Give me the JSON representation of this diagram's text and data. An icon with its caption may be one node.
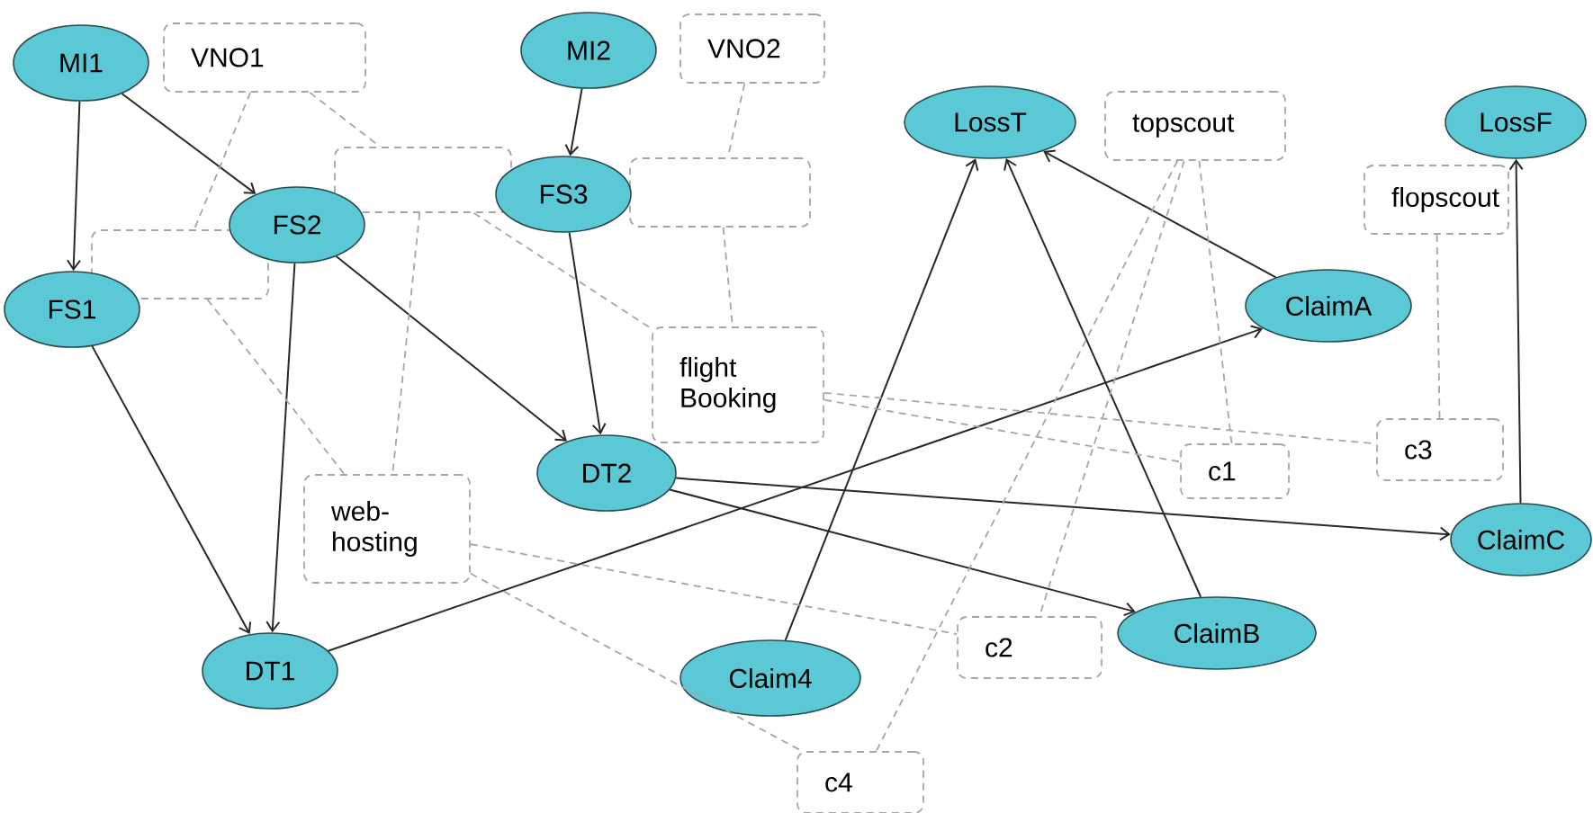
{
  "diagram": {
    "nodes": [
      {
        "text": [
          "MI1"
        ]
      },
      {
        "text": [
          "VNO1"
        ]
      },
      {
        "text": [
          "MI2"
        ]
      },
      {
        "text": [
          "VNO2"
        ]
      },
      {
        "text": [
          "LossT"
        ]
      },
      {
        "text": [
          "topscout"
        ]
      },
      {
        "text": [
          "LossF"
        ]
      },
      {
        "text": [],
        "shape": "box"
      },
      {
        "text": [
          "FS2"
        ]
      },
      {
        "text": [
          "FS3"
        ]
      },
      {
        "text": [],
        "shape": "box"
      },
      {
        "text": [
          "flopscout"
        ]
      },
      {
        "text": [],
        "shape": "box"
      },
      {
        "text": [
          "FS1"
        ]
      },
      {
        "text": [
          "ClaimA"
        ]
      },
      {
        "text": [
          "flight Booking"
        ]
      },
      {
        "text": [
          "c1"
        ]
      },
      {
        "text": [
          "c3"
        ]
      },
      {
        "text": [
          "DT2"
        ]
      },
      {
        "text": [
          "ClaimC"
        ]
      },
      {
        "text": [
          "web-hosting"
        ]
      },
      {
        "text": [
          "DT1"
        ]
      },
      {
        "text": [
          "Claim4"
        ]
      },
      {
        "text": [
          "c2"
        ]
      },
      {
        "text": [
          "ClaimB"
        ]
      },
      {
        "text": [
          "c4"
        ]
      }
    ],
    "edges": [
      {
        "from": 0,
        "to": 13,
        "arrow": "to",
        "color": "#282828"
      },
      {
        "from": 0,
        "to": 8,
        "arrow": "to",
        "color": "#282828"
      },
      {
        "from": 2,
        "to": 9,
        "arrow": "to",
        "color": "#282828"
      },
      {
        "from": 13,
        "to": 21,
        "arrow": "to",
        "color": "#282828"
      },
      {
        "from": 8,
        "to": 21,
        "arrow": "to",
        "color": "#282828"
      },
      {
        "from": 8,
        "to": 18,
        "arrow": "to",
        "color": "#282828"
      },
      {
        "from": 9,
        "to": 18,
        "arrow": "to",
        "color": "#282828"
      },
      {
        "from": 21,
        "to": 14,
        "arrow": "to",
        "color": "#282828"
      },
      {
        "from": 18,
        "to": 19,
        "arrow": "to",
        "color": "#282828"
      },
      {
        "from": 18,
        "to": 24,
        "arrow": "to",
        "color": "#282828"
      },
      {
        "from": 22,
        "to": 4,
        "arrow": "to",
        "color": "#282828"
      },
      {
        "from": 24,
        "to": 4,
        "arrow": "to",
        "color": "#282828"
      },
      {
        "from": 14,
        "to": 4,
        "arrow": "to",
        "color": "#282828"
      },
      {
        "from": 19,
        "to": 6,
        "arrow": "to",
        "color": "#282828"
      },
      {
        "from": 1,
        "to": 12,
        "arrow": "none",
        "style": "dashed",
        "color": "#a6a6a6"
      },
      {
        "from": 1,
        "to": 7,
        "arrow": "none",
        "style": "dashed",
        "color": "#a6a6a6"
      },
      {
        "from": 3,
        "to": 10,
        "arrow": "none",
        "style": "dashed",
        "color": "#a6a6a6"
      },
      {
        "from": 12,
        "to": 20,
        "arrow": "none",
        "style": "dashed",
        "color": "#a6a6a6"
      },
      {
        "from": 7,
        "to": 20,
        "arrow": "none",
        "style": "dashed",
        "color": "#a6a6a6"
      },
      {
        "from": 7,
        "to": 15,
        "arrow": "none",
        "style": "dashed",
        "color": "#a6a6a6"
      },
      {
        "from": 10,
        "to": 15,
        "arrow": "none",
        "style": "dashed",
        "color": "#a6a6a6"
      },
      {
        "from": 15,
        "to": 16,
        "arrow": "none",
        "style": "dashed",
        "color": "#a6a6a6"
      },
      {
        "from": 15,
        "to": 17,
        "arrow": "none",
        "style": "dashed",
        "color": "#a6a6a6"
      },
      {
        "from": 5,
        "to": 16,
        "arrow": "none",
        "style": "dashed",
        "color": "#a6a6a6"
      },
      {
        "from": 5,
        "to": 23,
        "arrow": "none",
        "style": "dashed",
        "color": "#a6a6a6"
      },
      {
        "from": 5,
        "to": 25,
        "arrow": "none",
        "style": "dashed",
        "color": "#a6a6a6"
      },
      {
        "from": 11,
        "to": 17,
        "arrow": "none",
        "style": "dashed",
        "color": "#a6a6a6"
      },
      {
        "from": 20,
        "to": 23,
        "arrow": "none",
        "style": "dashed",
        "color": "#a6a6a6"
      },
      {
        "from": 20,
        "to": 25,
        "arrow": "none",
        "style": "dashed",
        "color": "#a6a6a6"
      }
    ]
  }
}
